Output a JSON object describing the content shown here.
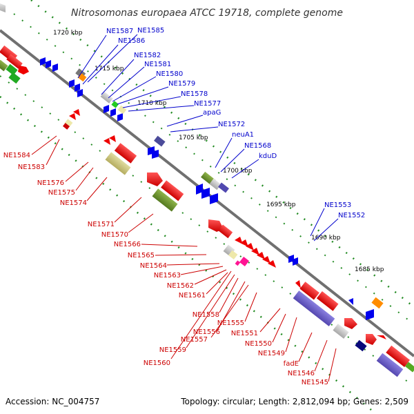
{
  "title": "Nitrosomonas europaea ATCC 19718, complete genome",
  "footer": {
    "accession": "Accession: NC_004757",
    "topology": "Topology: circular; Length: 2,812,094 bp; Genes: 2,509"
  },
  "colors": {
    "top_labels": "#0000cc",
    "bottom_labels": "#cc0000",
    "axis": "#777777",
    "tick_dots": "#228b22"
  },
  "scale_ticks": [
    "1720 kbp",
    "1715 kbp",
    "1710 kbp",
    "1705 kbp",
    "1700 kbp",
    "1695 kbp",
    "1690 kbp",
    "1685 kbp"
  ],
  "top_labels": [
    "NE1587",
    "NE1585",
    "NE1586",
    "NE1582",
    "NE1581",
    "NE1580",
    "NE1579",
    "NE1578",
    "NE1577",
    "apaG",
    "NE1572",
    "neuA1",
    "NE1568",
    "kduD",
    "NE1553",
    "NE1552"
  ],
  "bottom_labels": [
    "NE1584",
    "NE1583",
    "NE1576",
    "NE1575",
    "NE1574",
    "NE1571",
    "NE1570",
    "NE1566",
    "NE1565",
    "NE1564",
    "NE1563",
    "NE1562",
    "NE1561",
    "NE1558",
    "NE1555",
    "NE1556",
    "NE1557",
    "NE1559",
    "NE1560",
    "NE1551",
    "NE1550",
    "NE1549",
    "fadE",
    "NE1546",
    "NE1545"
  ]
}
